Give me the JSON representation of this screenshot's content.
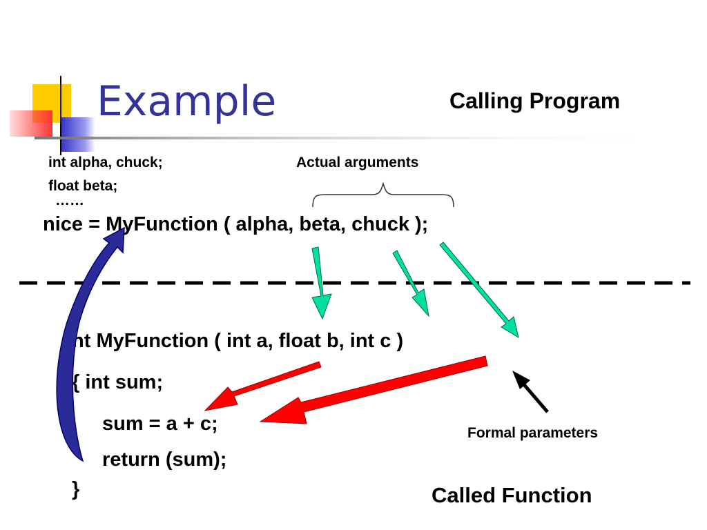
{
  "title": "Example",
  "calling_label": "Calling Program",
  "called_label": "Called Function",
  "declarations": [
    "int alpha, chuck;",
    "float beta;",
    "……"
  ],
  "actual_label": "Actual arguments",
  "formal_label": "Formal parameters",
  "call_line": "nice = MyFunction ( alpha,  beta, chuck  );",
  "function_code": {
    "header": "int   MyFunction (  int a,   float b,    int c )",
    "open": "{ int sum;",
    "body1": "sum = a + c;",
    "body2": "return (sum);",
    "close": "}"
  },
  "colors": {
    "title": "#333399",
    "arg_arrow": "#00e0a0",
    "param_arrow": "#ff0000",
    "return_arrow": "#1a1a80",
    "logo_yellow": "#ffcc00",
    "logo_blue": "#3333cc",
    "logo_red": "#ff3333"
  }
}
